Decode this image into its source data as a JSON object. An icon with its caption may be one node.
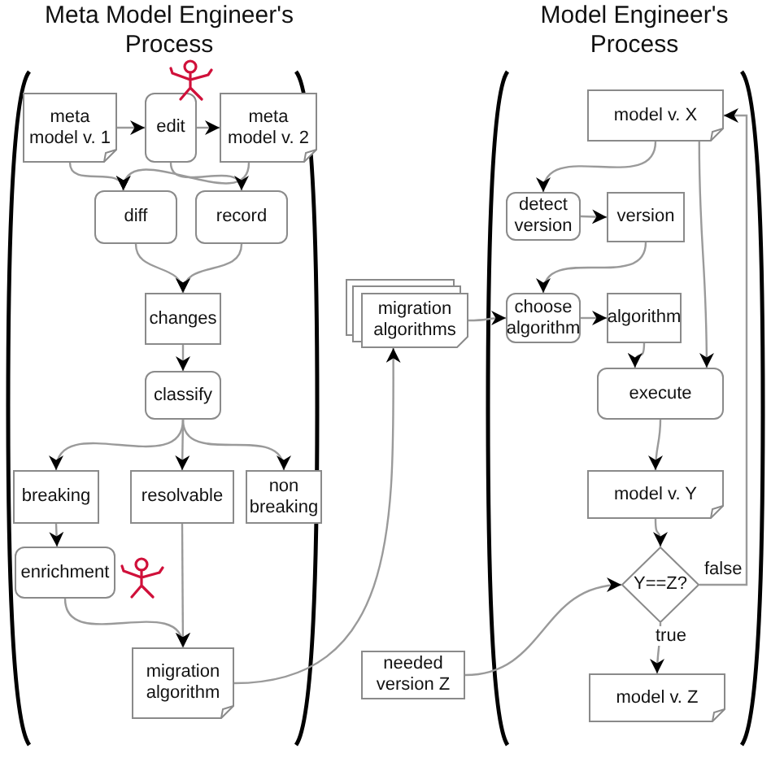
{
  "diagram": {
    "nodes": [
      {
        "text": [
          "meta model v. 1"
        ]
      },
      {
        "text": [
          "edit"
        ]
      },
      {
        "text": [
          "meta model v. 2"
        ]
      },
      {
        "text": [
          "diff"
        ]
      },
      {
        "text": [
          "record"
        ]
      },
      {
        "text": [
          "changes"
        ]
      },
      {
        "text": [
          "classify"
        ]
      },
      {
        "text": [
          "breaking"
        ]
      },
      {
        "text": [
          "resolvable"
        ]
      },
      {
        "text": [
          "non breaking"
        ]
      },
      {
        "text": [
          "enrichment"
        ]
      },
      {
        "text": [
          "migration algorithm"
        ]
      },
      {
        "text": [
          "migration algorithms"
        ]
      },
      {
        "text": [
          "needed version Z"
        ]
      },
      {
        "text": [
          "model v. X"
        ]
      },
      {
        "text": [
          "detect version"
        ]
      },
      {
        "text": [
          "version"
        ]
      },
      {
        "text": [
          "choose algorithm"
        ]
      },
      {
        "text": [
          "algorithm"
        ]
      },
      {
        "text": [
          "execute"
        ]
      },
      {
        "text": [
          "model v. Y"
        ]
      },
      {
        "text": [
          "Y==Z?"
        ]
      },
      {
        "text": [
          "model v. Z"
        ]
      }
    ],
    "edges": [
      {
        "from": 0,
        "to": 1,
        "arrow": "to"
      },
      {
        "from": 1,
        "to": 2,
        "arrow": "to"
      },
      {
        "from": 0,
        "to": 3,
        "arrow": "to"
      },
      {
        "from": 2,
        "to": 3,
        "arrow": "to"
      },
      {
        "from": 1,
        "to": 4,
        "arrow": "to"
      },
      {
        "from": 3,
        "to": 5,
        "arrow": "to"
      },
      {
        "from": 4,
        "to": 5,
        "arrow": "to"
      },
      {
        "from": 5,
        "to": 6,
        "arrow": "to"
      },
      {
        "from": 6,
        "to": 7,
        "arrow": "to"
      },
      {
        "from": 6,
        "to": 8,
        "arrow": "to"
      },
      {
        "from": 6,
        "to": 9,
        "arrow": "to"
      },
      {
        "from": 7,
        "to": 10,
        "arrow": "to"
      },
      {
        "from": 8,
        "to": 11,
        "arrow": "to"
      },
      {
        "from": 10,
        "to": 11,
        "arrow": "to"
      },
      {
        "from": 11,
        "to": 12,
        "arrow": "to"
      },
      {
        "from": 12,
        "to": 17,
        "arrow": "to"
      },
      {
        "from": 14,
        "to": 15,
        "arrow": "to"
      },
      {
        "from": 15,
        "to": 16,
        "arrow": "to"
      },
      {
        "from": 16,
        "to": 17,
        "arrow": "to"
      },
      {
        "from": 17,
        "to": 18,
        "arrow": "to"
      },
      {
        "from": 18,
        "to": 19,
        "arrow": "to"
      },
      {
        "from": 14,
        "to": 19,
        "arrow": "to"
      },
      {
        "from": 19,
        "to": 20,
        "arrow": "to"
      },
      {
        "from": 20,
        "to": 21,
        "arrow": "to"
      },
      {
        "from": 21,
        "to": 22,
        "arrow": "to",
        "label": "true"
      },
      {
        "from": 21,
        "to": 14,
        "arrow": "to",
        "label": "false"
      },
      {
        "from": 13,
        "to": 21,
        "arrow": "to"
      }
    ],
    "labels": [
      "Meta Model Engineer's Process",
      "Model Engineer's Process"
    ]
  }
}
